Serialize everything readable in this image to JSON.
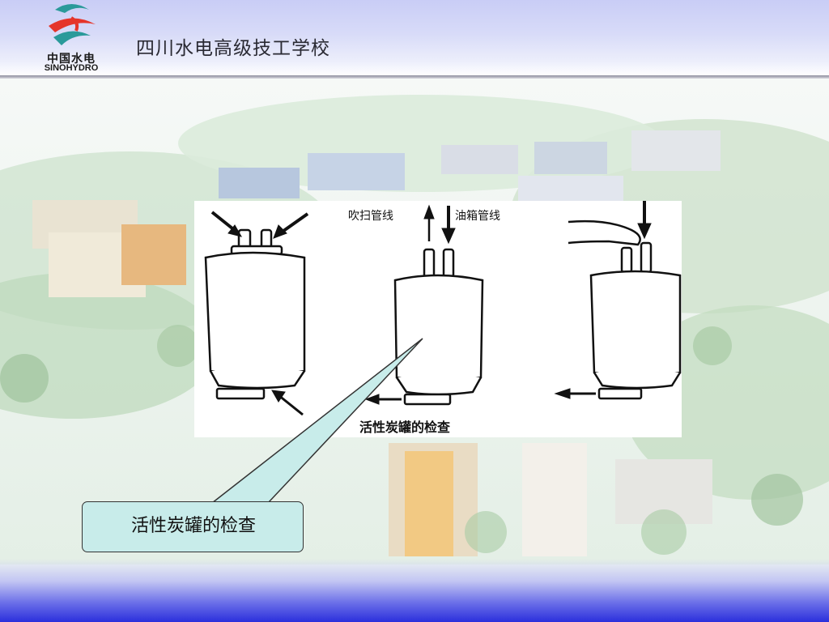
{
  "header": {
    "logo_cn": "中国水电",
    "logo_en": "SINOHYDRO",
    "school_name": "四川水电高级技工学校"
  },
  "figure": {
    "label_purge_line": "吹扫管线",
    "label_tank_line": "油箱管线",
    "caption": "活性炭罐的检查"
  },
  "callout": {
    "text": "活性炭罐的检查"
  },
  "colors": {
    "header_band": "#c9cdf6",
    "footer_band": "#2b2fdc",
    "callout_fill": "#c8ecea",
    "logo_red": "#e5352a",
    "logo_teal": "#2a9a9a"
  }
}
